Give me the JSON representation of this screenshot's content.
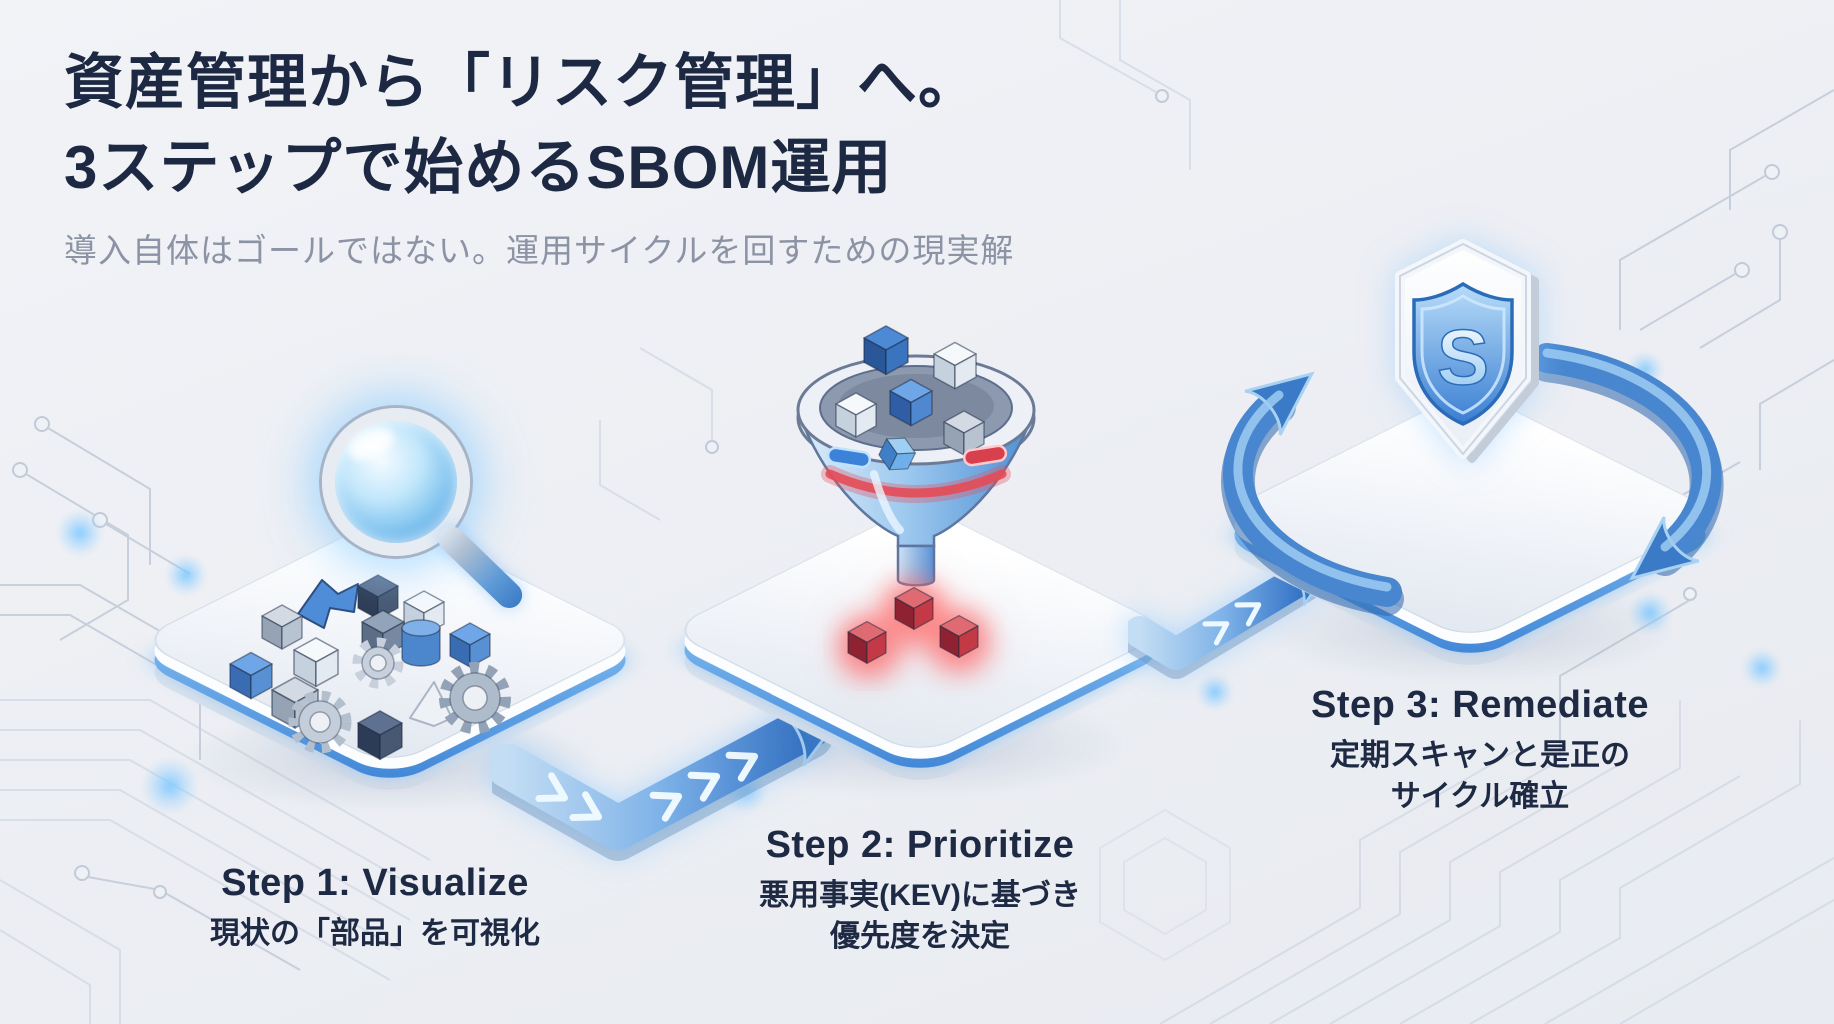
{
  "header": {
    "title_line1": "資産管理から「リスク管理」へ。",
    "title_line2": "3ステップで始めるSBOM運用",
    "subtitle": "導入自体はゴールではない。運用サイクルを回すための現実解"
  },
  "steps": [
    {
      "id": "visualize",
      "heading": "Step 1: Visualize",
      "lines": [
        "現状の「部品」を可視化"
      ],
      "icon": "magnifier-over-components-icon"
    },
    {
      "id": "prioritize",
      "heading": "Step 2: Prioritize",
      "lines": [
        "悪用事実(KEV)に基づき",
        "優先度を決定"
      ],
      "icon": "funnel-filter-icon"
    },
    {
      "id": "remediate",
      "heading": "Step 3: Remediate",
      "lines": [
        "定期スキャンと是正の",
        "サイクル確立"
      ],
      "icon": "shield-cycle-icon",
      "shield_letter": "S"
    }
  ],
  "icons": {
    "magnifier": "magnifying-glass-icon",
    "components_pile": "software-components-icon",
    "funnel": "funnel-filter-icon",
    "risk_cubes": "high-risk-cubes-icon",
    "shield": "shield-s-icon",
    "cycle": "cycle-arrows-icon",
    "flow_arrow": "flow-arrow-icon",
    "circuit_background": "circuit-traces-decoration"
  },
  "colors": {
    "background": "#edeff3",
    "title": "#1d2942",
    "subtitle": "#8b93a4",
    "accent_blue": "#3f7fd0",
    "glow_blue": "#a8d4f7",
    "alert_red": "#c8394a",
    "platform_edge_blue": "#5aa0e4"
  }
}
